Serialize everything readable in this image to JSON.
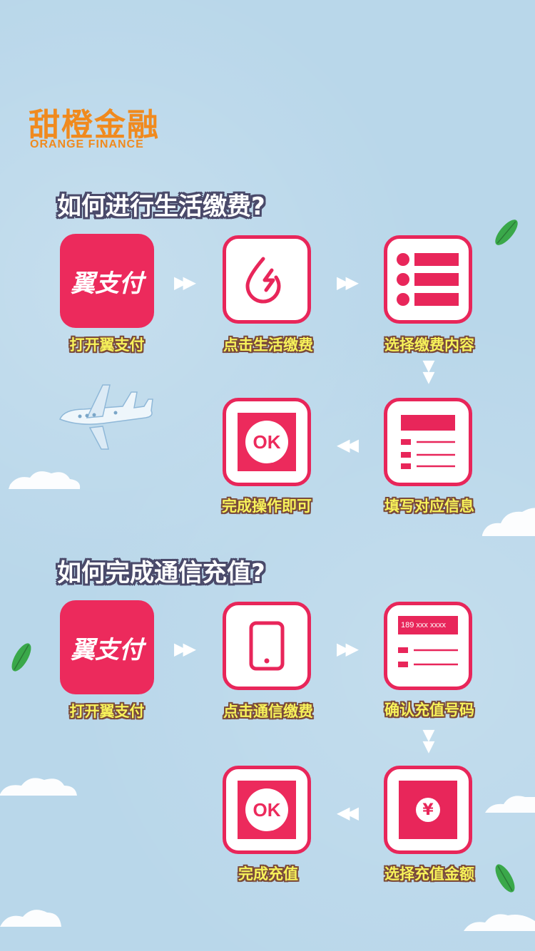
{
  "logo": {
    "cn": "甜橙金融",
    "en": "ORANGE FINANCE"
  },
  "sections": [
    {
      "title": "如何进行生活缴费?",
      "steps": [
        {
          "label": "打开翼支付",
          "icon": "yizhifu-app-icon",
          "brand": "翼支付"
        },
        {
          "label": "点击生活缴费",
          "icon": "water-drop-icon"
        },
        {
          "label": "选择缴费内容",
          "icon": "list-icon"
        },
        {
          "label": "填写对应信息",
          "icon": "form-icon"
        },
        {
          "label": "完成操作即可",
          "icon": "ok-icon",
          "ok": "OK"
        }
      ]
    },
    {
      "title": "如何完成通信充值?",
      "steps": [
        {
          "label": "打开翼支付",
          "icon": "yizhifu-app-icon",
          "brand": "翼支付"
        },
        {
          "label": "点击通信缴费",
          "icon": "phone-icon"
        },
        {
          "label": "确认充值号码",
          "icon": "phone-number-form-icon",
          "number": "189 xxx xxxx"
        },
        {
          "label": "选择充值金额",
          "icon": "yuan-icon",
          "symbol": "¥"
        },
        {
          "label": "完成充值",
          "icon": "ok-icon",
          "ok": "OK"
        }
      ]
    }
  ],
  "arrows": {
    "right": "▶▶",
    "left": "◀◀",
    "down": "▼▼"
  },
  "colors": {
    "accent": "#e8265a",
    "background": "#b9d7ea",
    "logo": "#f08a1e",
    "label": "#f7f25a"
  }
}
